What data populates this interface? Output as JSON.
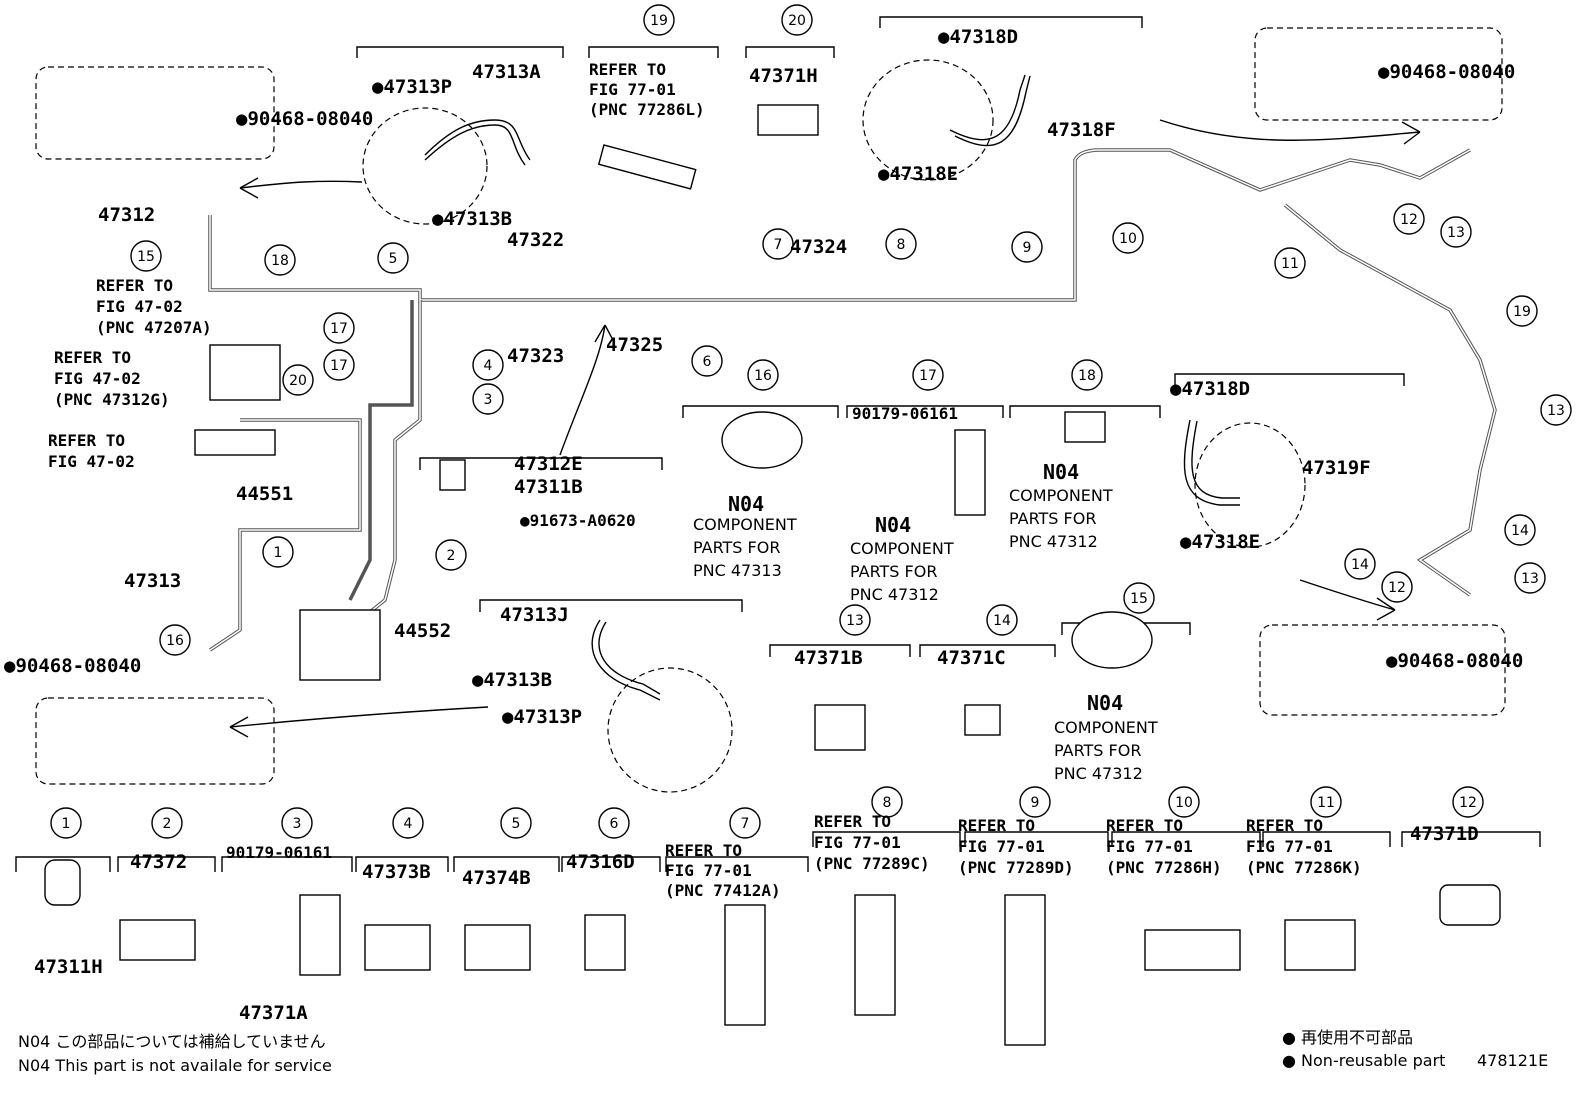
{
  "drawing_id": "478121E",
  "legend": {
    "n04_jp": "N04 この部品については補給していません",
    "n04_en": "N04  This part is not availale for service",
    "nonreusable_jp": "● 再使用不可部品",
    "nonreusable_en": "● Non-reusable part"
  },
  "labels": [
    {
      "id": "l1",
      "text": "47313A"
    },
    {
      "id": "l2",
      "text": "●47313P"
    },
    {
      "id": "l3",
      "text": "●47313B"
    },
    {
      "id": "l4",
      "text": "●90468-08040"
    },
    {
      "id": "l5",
      "text": "47312"
    },
    {
      "id": "l6",
      "text": "47322"
    },
    {
      "id": "l7",
      "text": "47323"
    },
    {
      "id": "l8",
      "text": "47325"
    },
    {
      "id": "l9",
      "text": "47324"
    },
    {
      "id": "l10",
      "text": "47371H"
    },
    {
      "id": "l11",
      "text": "●47318D"
    },
    {
      "id": "l12",
      "text": "47318F"
    },
    {
      "id": "l13",
      "text": "●47318E"
    },
    {
      "id": "l14",
      "text": "●90468-08040"
    },
    {
      "id": "l15",
      "text": "47312E"
    },
    {
      "id": "l16",
      "text": "47311B"
    },
    {
      "id": "l17",
      "text": "●91673-A0620"
    },
    {
      "id": "l18",
      "text": "44551"
    },
    {
      "id": "l19",
      "text": "44552"
    },
    {
      "id": "l20",
      "text": "47313"
    },
    {
      "id": "l21",
      "text": "●90468-08040"
    },
    {
      "id": "l22",
      "text": "47313J"
    },
    {
      "id": "l23",
      "text": "●47313B"
    },
    {
      "id": "l24",
      "text": "●47313P"
    },
    {
      "id": "l25",
      "text": "90179-06161"
    },
    {
      "id": "l26",
      "text": "●47318D"
    },
    {
      "id": "l27",
      "text": "47319F"
    },
    {
      "id": "l28",
      "text": "●47318E"
    },
    {
      "id": "l29",
      "text": "●90468-08040"
    },
    {
      "id": "l30",
      "text": "47371B"
    },
    {
      "id": "l31",
      "text": "47371C"
    },
    {
      "id": "l32",
      "text": "47311H"
    },
    {
      "id": "l33",
      "text": "47372"
    },
    {
      "id": "l34",
      "text": "90179-06161"
    },
    {
      "id": "l35",
      "text": "47371A"
    },
    {
      "id": "l36",
      "text": "47373B"
    },
    {
      "id": "l37",
      "text": "47374B"
    },
    {
      "id": "l38",
      "text": "47316D"
    },
    {
      "id": "l39",
      "text": "47371D"
    }
  ],
  "refer_blocks": [
    {
      "id": "r1",
      "lines": [
        "REFER TO",
        "FIG 77-01",
        "(PNC 77286L)"
      ]
    },
    {
      "id": "r2",
      "lines": [
        "REFER TO",
        "FIG 47-02",
        "(PNC 47207A)"
      ]
    },
    {
      "id": "r3",
      "lines": [
        "REFER TO",
        "FIG 47-02",
        "(PNC 47312G)"
      ]
    },
    {
      "id": "r4",
      "lines": [
        "REFER TO",
        "FIG 47-02"
      ]
    },
    {
      "id": "r5",
      "lines": [
        "REFER TO",
        "FIG 77-01",
        "(PNC 77412A)"
      ]
    },
    {
      "id": "r6",
      "lines": [
        "REFER TO",
        "FIG 77-01",
        "(PNC 77289C)"
      ]
    },
    {
      "id": "r7",
      "lines": [
        "REFER TO",
        "FIG 77-01",
        "(PNC 77289D)"
      ]
    },
    {
      "id": "r8",
      "lines": [
        "REFER TO",
        "FIG 77-01",
        "(PNC 77286H)"
      ]
    },
    {
      "id": "r9",
      "lines": [
        "REFER TO",
        "FIG 77-01",
        "(PNC 77286K)"
      ]
    }
  ],
  "n04_blocks": [
    {
      "id": "n1",
      "code": "N04",
      "lines": [
        "COMPONENT",
        "PARTS FOR",
        "PNC 47313"
      ]
    },
    {
      "id": "n2",
      "code": "N04",
      "lines": [
        "COMPONENT",
        "PARTS FOR",
        "PNC 47312"
      ]
    },
    {
      "id": "n3",
      "code": "N04",
      "lines": [
        "COMPONENT",
        "PARTS FOR",
        "PNC 47312"
      ]
    },
    {
      "id": "n4",
      "code": "N04",
      "lines": [
        "COMPONENT",
        "PARTS FOR",
        "PNC 47312"
      ]
    }
  ],
  "callouts": [
    "1",
    "2",
    "3",
    "4",
    "5",
    "6",
    "7",
    "8",
    "9",
    "10",
    "11",
    "12",
    "13",
    "14",
    "15",
    "16",
    "17",
    "18",
    "19",
    "20"
  ]
}
